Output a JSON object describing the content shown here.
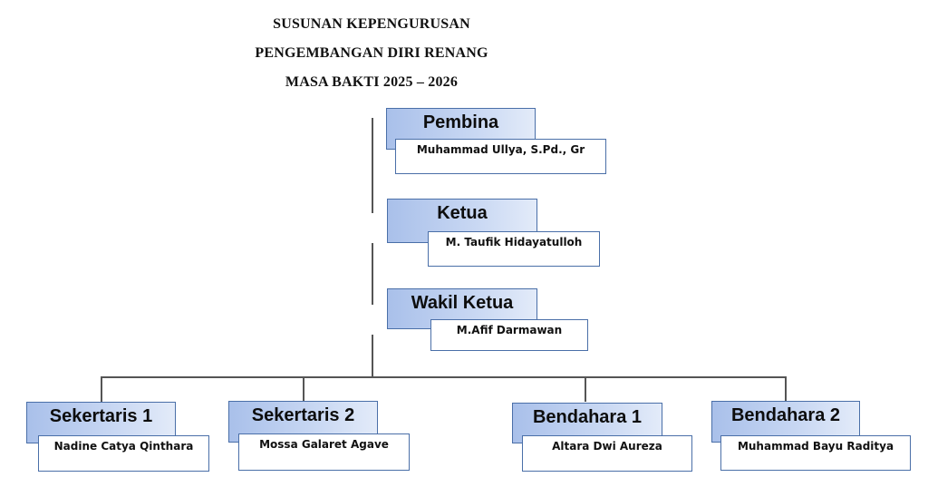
{
  "header": {
    "line1": "SUSUNAN KEPENGURUSAN",
    "line2": "PENGEMBANGAN DIRI RENANG",
    "line3": "MASA BAKTI 2025 – 2026"
  },
  "pembina": {
    "role": "Pembina",
    "name": "Muhammad Ullya, S.Pd., Gr"
  },
  "ketua": {
    "role": "Ketua",
    "name": "M. Taufik Hidayatulloh"
  },
  "wakil": {
    "role": "Wakil Ketua",
    "name": "M.Afif Darmawan"
  },
  "sekretaris1": {
    "role": "Sekertaris 1",
    "name": "Nadine Catya Qinthara"
  },
  "sekretaris2": {
    "role": "Sekertaris 2",
    "name": "Mossa Galaret Agave"
  },
  "bendahara1": {
    "role": "Bendahara 1",
    "name": "Altara Dwi Aureza"
  },
  "bendahara2": {
    "role": "Bendahara 2",
    "name": "Muhammad Bayu Raditya"
  }
}
